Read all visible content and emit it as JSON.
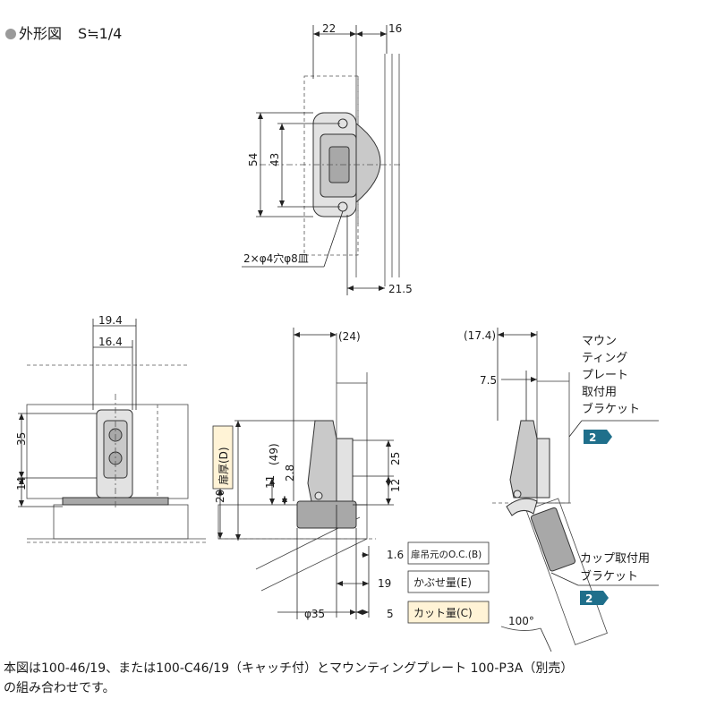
{
  "header": {
    "title": "外形図",
    "scale": "S≒1/4"
  },
  "top_view": {
    "dims": [
      "22",
      "16",
      "54",
      "43",
      "21.5"
    ],
    "hole_note": "2×φ4穴φ8皿"
  },
  "front_view": {
    "dims": [
      "19.4",
      "16.4",
      "35",
      "14"
    ]
  },
  "side_view": {
    "dims": [
      "(24)",
      "(49)",
      "25",
      "20",
      "11",
      "2.8",
      "12",
      "1.6",
      "19",
      "φ35",
      "5"
    ],
    "door_thickness": "扉厚(D)",
    "labels": {
      "b": "扉吊元のO.C.(B)",
      "e": "かぶせ量(E)",
      "c": "カット量(C)"
    }
  },
  "open_view": {
    "dims": [
      "(17.4)",
      "7.5",
      "100°"
    ],
    "mount_bracket": [
      "マウン",
      "ティング",
      "プレート",
      "取付用",
      "ブラケット"
    ],
    "mount_tag": "2",
    "cup_bracket": [
      "カップ取付用",
      "ブラケット"
    ],
    "cup_tag": "2"
  },
  "footer": {
    "note_line1": "本図は100-46/19、または100-C46/19（キャッチ付）とマウンティングプレート 100-P3A（別売）",
    "note_line2": "の組み合わせです。"
  }
}
